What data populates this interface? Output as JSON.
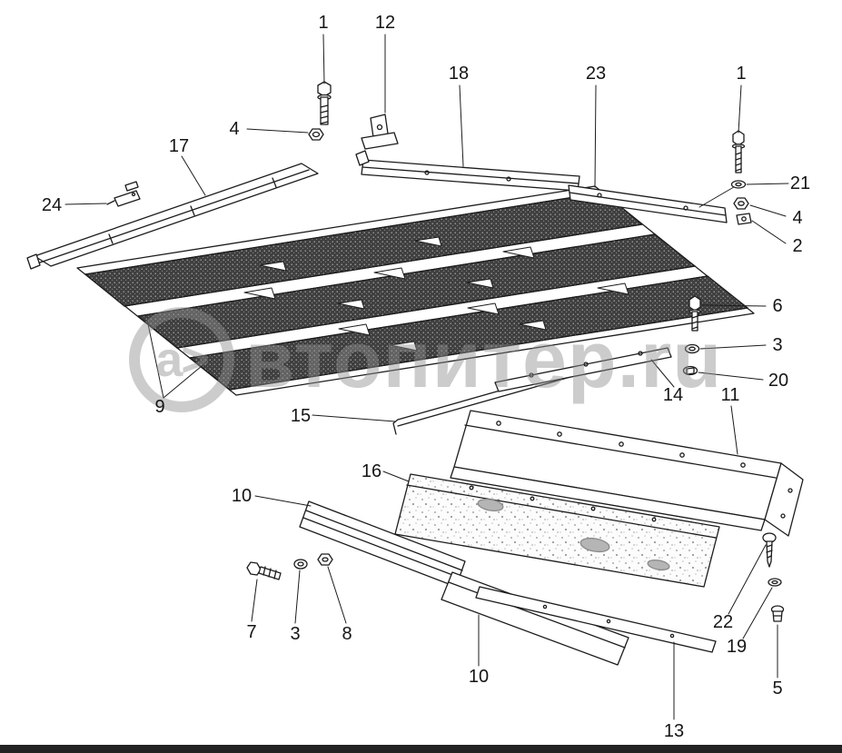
{
  "watermark": {
    "logo": "a>",
    "text": "втопитер.ru"
  },
  "callouts": [
    {
      "id": "1-top",
      "label": "1"
    },
    {
      "id": "12",
      "label": "12"
    },
    {
      "id": "18",
      "label": "18"
    },
    {
      "id": "23",
      "label": "23"
    },
    {
      "id": "1-right",
      "label": "1"
    },
    {
      "id": "4-top",
      "label": "4"
    },
    {
      "id": "17",
      "label": "17"
    },
    {
      "id": "24",
      "label": "24"
    },
    {
      "id": "21",
      "label": "21"
    },
    {
      "id": "4-right",
      "label": "4"
    },
    {
      "id": "2",
      "label": "2"
    },
    {
      "id": "6",
      "label": "6"
    },
    {
      "id": "3-right",
      "label": "3"
    },
    {
      "id": "20",
      "label": "20"
    },
    {
      "id": "14",
      "label": "14"
    },
    {
      "id": "11",
      "label": "11"
    },
    {
      "id": "9",
      "label": "9"
    },
    {
      "id": "15",
      "label": "15"
    },
    {
      "id": "16",
      "label": "16"
    },
    {
      "id": "10-left",
      "label": "10"
    },
    {
      "id": "7",
      "label": "7"
    },
    {
      "id": "3-bottom",
      "label": "3"
    },
    {
      "id": "8",
      "label": "8"
    },
    {
      "id": "22",
      "label": "22"
    },
    {
      "id": "19",
      "label": "19"
    },
    {
      "id": "10-bottom",
      "label": "10"
    },
    {
      "id": "5",
      "label": "5"
    },
    {
      "id": "13",
      "label": "13"
    }
  ]
}
